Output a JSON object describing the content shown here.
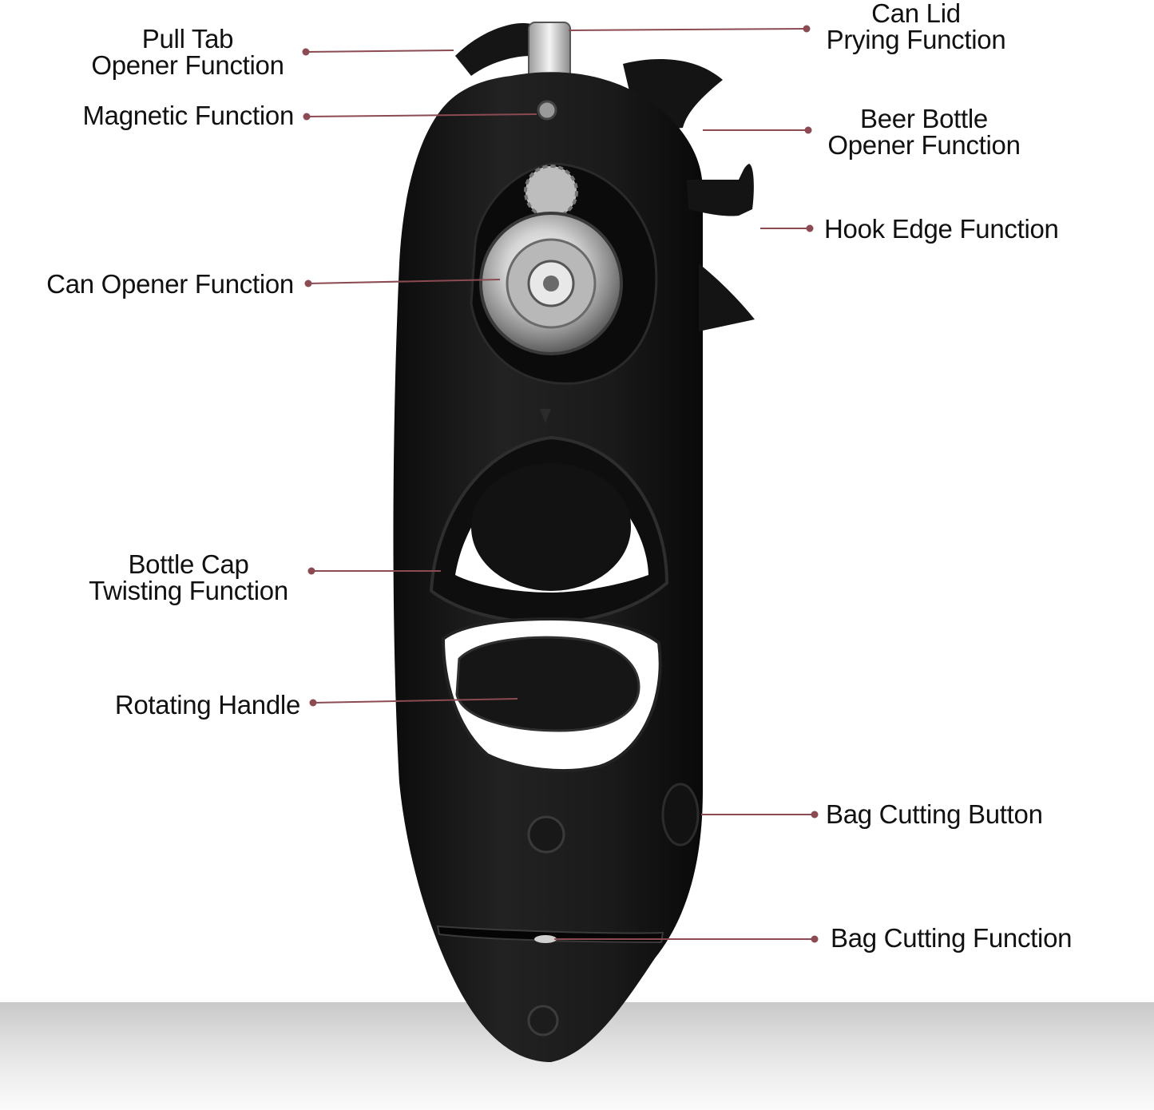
{
  "colors": {
    "leader_line": "#8c4a52",
    "tool_body": "#141414",
    "metal": "#c8c8c8",
    "floor": "#dcdcdc",
    "text": "#111111"
  },
  "labels": {
    "pull_tab": {
      "line1": "Pull Tab",
      "line2": "Opener Function"
    },
    "magnetic": {
      "line1": "Magnetic Function"
    },
    "can_opener": {
      "line1": "Can Opener Function"
    },
    "bottle_cap": {
      "line1": "Bottle Cap",
      "line2": "Twisting Function"
    },
    "rotating_handle": {
      "line1": "Rotating Handle"
    },
    "can_lid": {
      "line1": "Can Lid",
      "line2": "Prying Function"
    },
    "beer_bottle": {
      "line1": "Beer Bottle",
      "line2": "Opener Function"
    },
    "hook_edge": {
      "line1": "Hook Edge Function"
    },
    "bag_cutting_button": {
      "line1": "Bag Cutting Button"
    },
    "bag_cutting_function": {
      "line1": "Bag Cutting Function"
    }
  }
}
